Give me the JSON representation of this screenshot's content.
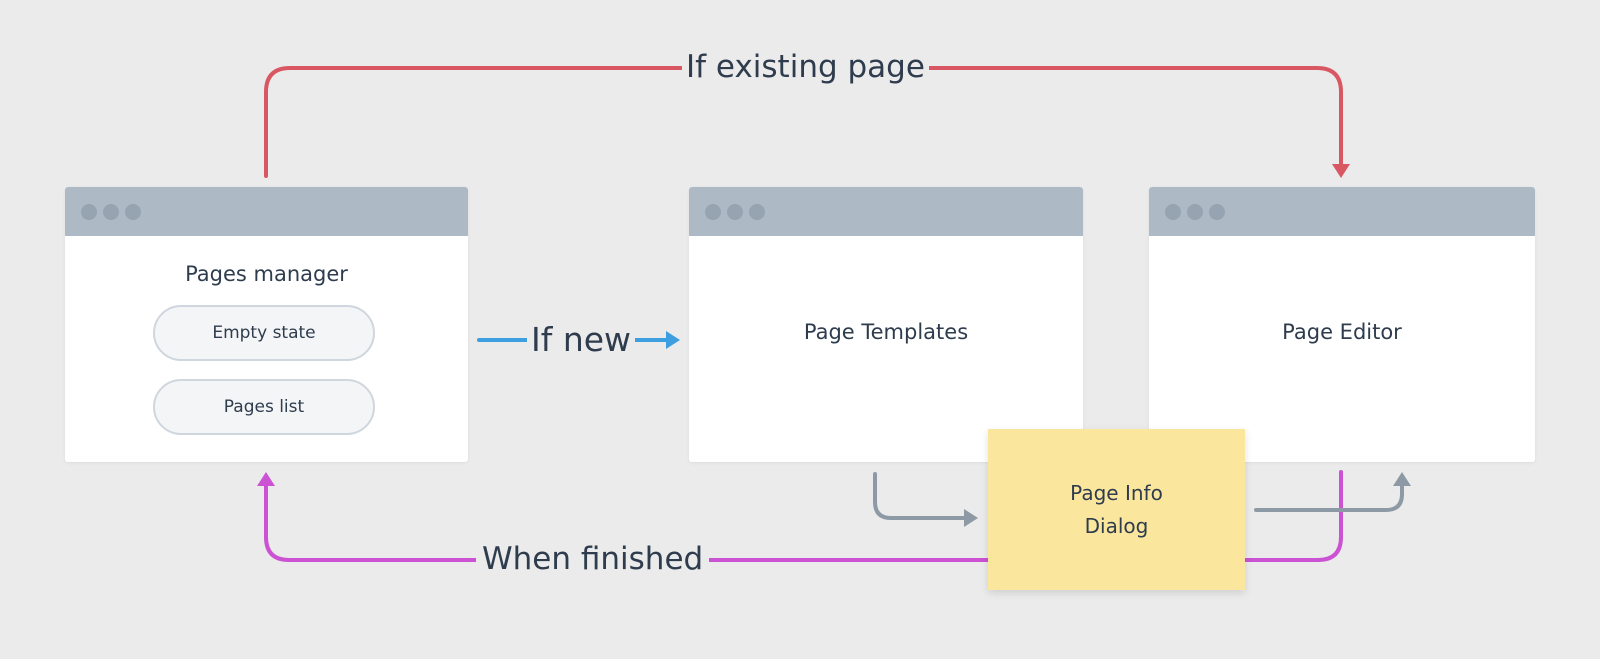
{
  "windows": {
    "pages_manager": {
      "title": "Pages manager",
      "items": [
        "Empty state",
        "Pages list"
      ]
    },
    "page_templates": {
      "title": "Page Templates"
    },
    "page_editor": {
      "title": "Page Editor"
    }
  },
  "sticky_note": {
    "line1": "Page Info",
    "line2": "Dialog"
  },
  "edges": {
    "existing": {
      "label": "If existing page",
      "color": "#d95763"
    },
    "new": {
      "label": "If new",
      "color": "#3d9fe0"
    },
    "finished": {
      "label": "When finished",
      "color": "#cb52d3"
    },
    "dialog": {
      "color": "#8d9aa6"
    }
  }
}
